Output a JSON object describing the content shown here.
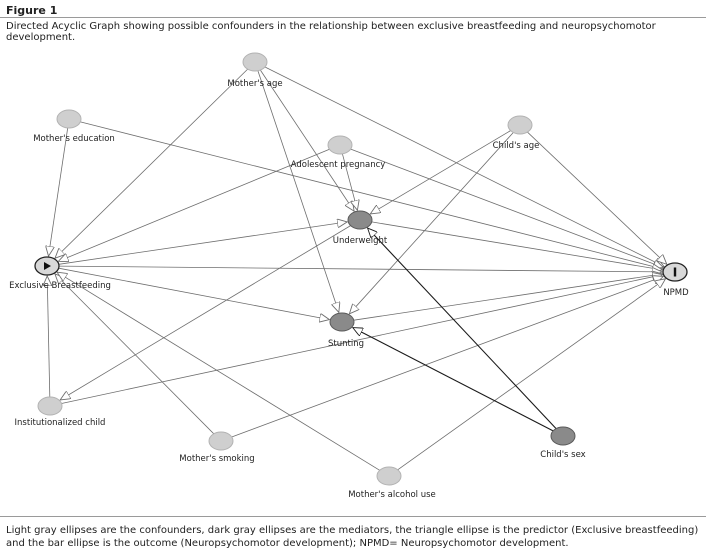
{
  "figure": {
    "label": "Figure 1",
    "caption": "Directed Acyclic Graph showing possible confounders in the relationship between exclusive breastfeeding and neuropsychomotor development.",
    "note": "Light gray ellipses are the confounders, dark gray ellipses are the mediators, the triangle ellipse is the predictor (Exclusive breastfeeding) and the bar ellipse is the outcome (Neuropsychomotor development); NPMD= Neuropsychomotor development."
  },
  "colors": {
    "confounder_fill": "#cfcfcf",
    "confounder_stroke": "#b3b3b3",
    "mediator_fill": "#8a8a8a",
    "mediator_stroke": "#5a5a5a",
    "edge": "#6e6e6e",
    "edge_dark": "#1a1a1a"
  },
  "nodes": [
    {
      "id": "mothers_age",
      "label": "Mother's age",
      "kind": "confounder"
    },
    {
      "id": "mothers_education",
      "label": "Mother's education",
      "kind": "confounder"
    },
    {
      "id": "adolescent_pregnancy",
      "label": "Adolescent pregnancy",
      "kind": "confounder"
    },
    {
      "id": "childs_age",
      "label": "Child's age",
      "kind": "confounder"
    },
    {
      "id": "underweight",
      "label": "Underweight",
      "kind": "mediator"
    },
    {
      "id": "exclusive_breastfeeding",
      "label": "Exclusive Breastfeeding",
      "kind": "predictor"
    },
    {
      "id": "npmd",
      "label": "NPMD",
      "kind": "outcome"
    },
    {
      "id": "stunting",
      "label": "Stunting",
      "kind": "mediator"
    },
    {
      "id": "institutionalized_child",
      "label": "Institutionalized child",
      "kind": "confounder"
    },
    {
      "id": "mothers_smoking",
      "label": "Mother's smoking",
      "kind": "confounder"
    },
    {
      "id": "childs_sex",
      "label": "Child's sex",
      "kind": "mediator"
    },
    {
      "id": "mothers_alcohol_use",
      "label": "Mother's alcohol use",
      "kind": "confounder"
    }
  ],
  "edges": [
    {
      "from": "mothers_age",
      "to": "exclusive_breastfeeding"
    },
    {
      "from": "mothers_age",
      "to": "npmd"
    },
    {
      "from": "mothers_age",
      "to": "underweight"
    },
    {
      "from": "mothers_age",
      "to": "stunting"
    },
    {
      "from": "mothers_education",
      "to": "exclusive_breastfeeding"
    },
    {
      "from": "mothers_education",
      "to": "npmd"
    },
    {
      "from": "adolescent_pregnancy",
      "to": "exclusive_breastfeeding"
    },
    {
      "from": "adolescent_pregnancy",
      "to": "npmd"
    },
    {
      "from": "adolescent_pregnancy",
      "to": "underweight"
    },
    {
      "from": "childs_age",
      "to": "underweight"
    },
    {
      "from": "childs_age",
      "to": "stunting"
    },
    {
      "from": "childs_age",
      "to": "npmd"
    },
    {
      "from": "underweight",
      "to": "npmd"
    },
    {
      "from": "underweight",
      "to": "institutionalized_child"
    },
    {
      "from": "exclusive_breastfeeding",
      "to": "underweight"
    },
    {
      "from": "exclusive_breastfeeding",
      "to": "stunting"
    },
    {
      "from": "exclusive_breastfeeding",
      "to": "npmd"
    },
    {
      "from": "stunting",
      "to": "npmd"
    },
    {
      "from": "institutionalized_child",
      "to": "exclusive_breastfeeding"
    },
    {
      "from": "institutionalized_child",
      "to": "npmd"
    },
    {
      "from": "mothers_smoking",
      "to": "exclusive_breastfeeding"
    },
    {
      "from": "mothers_smoking",
      "to": "npmd"
    },
    {
      "from": "mothers_alcohol_use",
      "to": "exclusive_breastfeeding"
    },
    {
      "from": "mothers_alcohol_use",
      "to": "npmd"
    },
    {
      "from": "childs_sex",
      "to": "underweight",
      "dark": true
    },
    {
      "from": "childs_sex",
      "to": "stunting",
      "dark": true
    }
  ]
}
